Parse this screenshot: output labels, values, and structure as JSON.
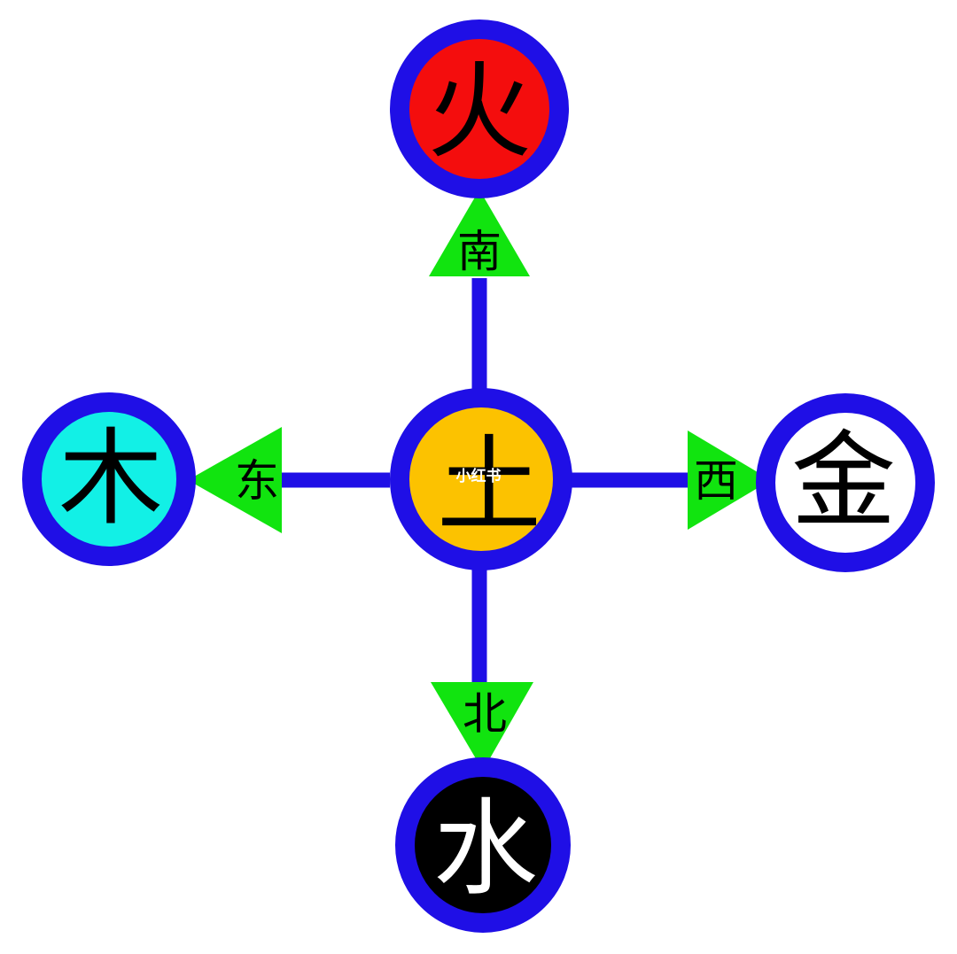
{
  "colors": {
    "ring": "#1f0fe6",
    "line": "#1f0fe6",
    "arrow": "#11e40f",
    "background": "#ffffff"
  },
  "nodes": {
    "center": {
      "label": "土",
      "fill": "#fcc200",
      "text_color": "#000000"
    },
    "north": {
      "label": "火",
      "fill": "#f40d0d",
      "text_color": "#000000"
    },
    "west": {
      "label": "木",
      "fill": "#12f0e6",
      "text_color": "#000000"
    },
    "east": {
      "label": "金",
      "fill": "#ffffff",
      "text_color": "#000000"
    },
    "south": {
      "label": "水",
      "fill": "#000000",
      "text_color": "#ffffff"
    }
  },
  "directions": {
    "north": {
      "label": "南"
    },
    "west": {
      "label": "东"
    },
    "east": {
      "label": "西"
    },
    "south": {
      "label": "北"
    }
  },
  "watermark": {
    "text": "小红书",
    "color": "#ffffff"
  }
}
